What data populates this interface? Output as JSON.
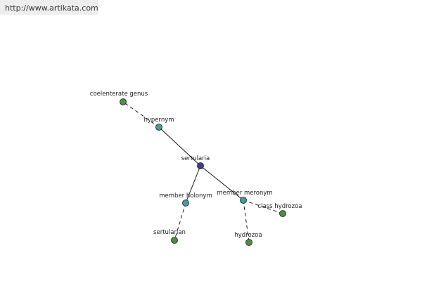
{
  "source": {
    "url": "http://www.artikata.com"
  },
  "colors": {
    "center": "#3b3f8c",
    "relation": "#4a9a96",
    "leaf": "#4e9040",
    "stroke": "#1a1a1a",
    "edge": "#000000"
  },
  "graph": {
    "nodes": [
      {
        "id": "sertularia",
        "label": "sertularia",
        "kind": "center"
      },
      {
        "id": "hypernym",
        "label": "hypernym",
        "kind": "relation"
      },
      {
        "id": "coelenterate_genus",
        "label": "coelenterate genus",
        "kind": "leaf"
      },
      {
        "id": "member_holonym",
        "label": "member holonym",
        "kind": "relation"
      },
      {
        "id": "sertularian",
        "label": "sertularian",
        "kind": "leaf"
      },
      {
        "id": "member_meronym",
        "label": "member meronym",
        "kind": "relation"
      },
      {
        "id": "class_hydrozoa",
        "label": "class hydrozoa",
        "kind": "leaf"
      },
      {
        "id": "hydrozoa",
        "label": "hydrozoa",
        "kind": "leaf"
      }
    ],
    "edges": [
      {
        "from": "sertularia",
        "to": "hypernym",
        "style": "solid"
      },
      {
        "from": "sertularia",
        "to": "member_holonym",
        "style": "solid"
      },
      {
        "from": "sertularia",
        "to": "member_meronym",
        "style": "solid"
      },
      {
        "from": "hypernym",
        "to": "coelenterate_genus",
        "style": "dashed"
      },
      {
        "from": "member_holonym",
        "to": "sertularian",
        "style": "dashed"
      },
      {
        "from": "member_meronym",
        "to": "class_hydrozoa",
        "style": "dashed"
      },
      {
        "from": "member_meronym",
        "to": "hydrozoa",
        "style": "dashed"
      }
    ]
  }
}
